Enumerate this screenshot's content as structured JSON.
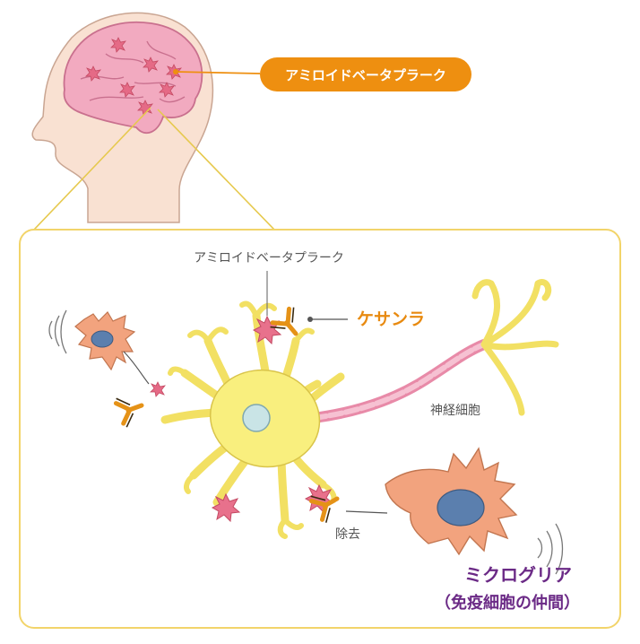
{
  "labels": {
    "top_plaque": "アミロイドベータプラーク",
    "panel_plaque": "アミロイドベータプラーク",
    "drug": "ケサンラ",
    "neuron": "神経細胞",
    "removal": "除去",
    "microglia": "ミクログリア",
    "microglia_sub": "（免疫細胞の仲間）"
  },
  "colors": {
    "panel_border": "#f2d46a",
    "pill": "#ee8f10",
    "drug_text": "#e88a10",
    "microglia_text": "#6b2a86",
    "neuron_fill": "#f9ef7e",
    "brain_fill": "#f2aac0",
    "microglia_fill": "#f2a37e",
    "plaque_fill": "#e56a86",
    "antibody": "#e59217"
  },
  "icons": [
    "head-icon",
    "brain-icon",
    "neuron-icon",
    "microglia-icon",
    "antibody-icon",
    "plaque-icon"
  ]
}
